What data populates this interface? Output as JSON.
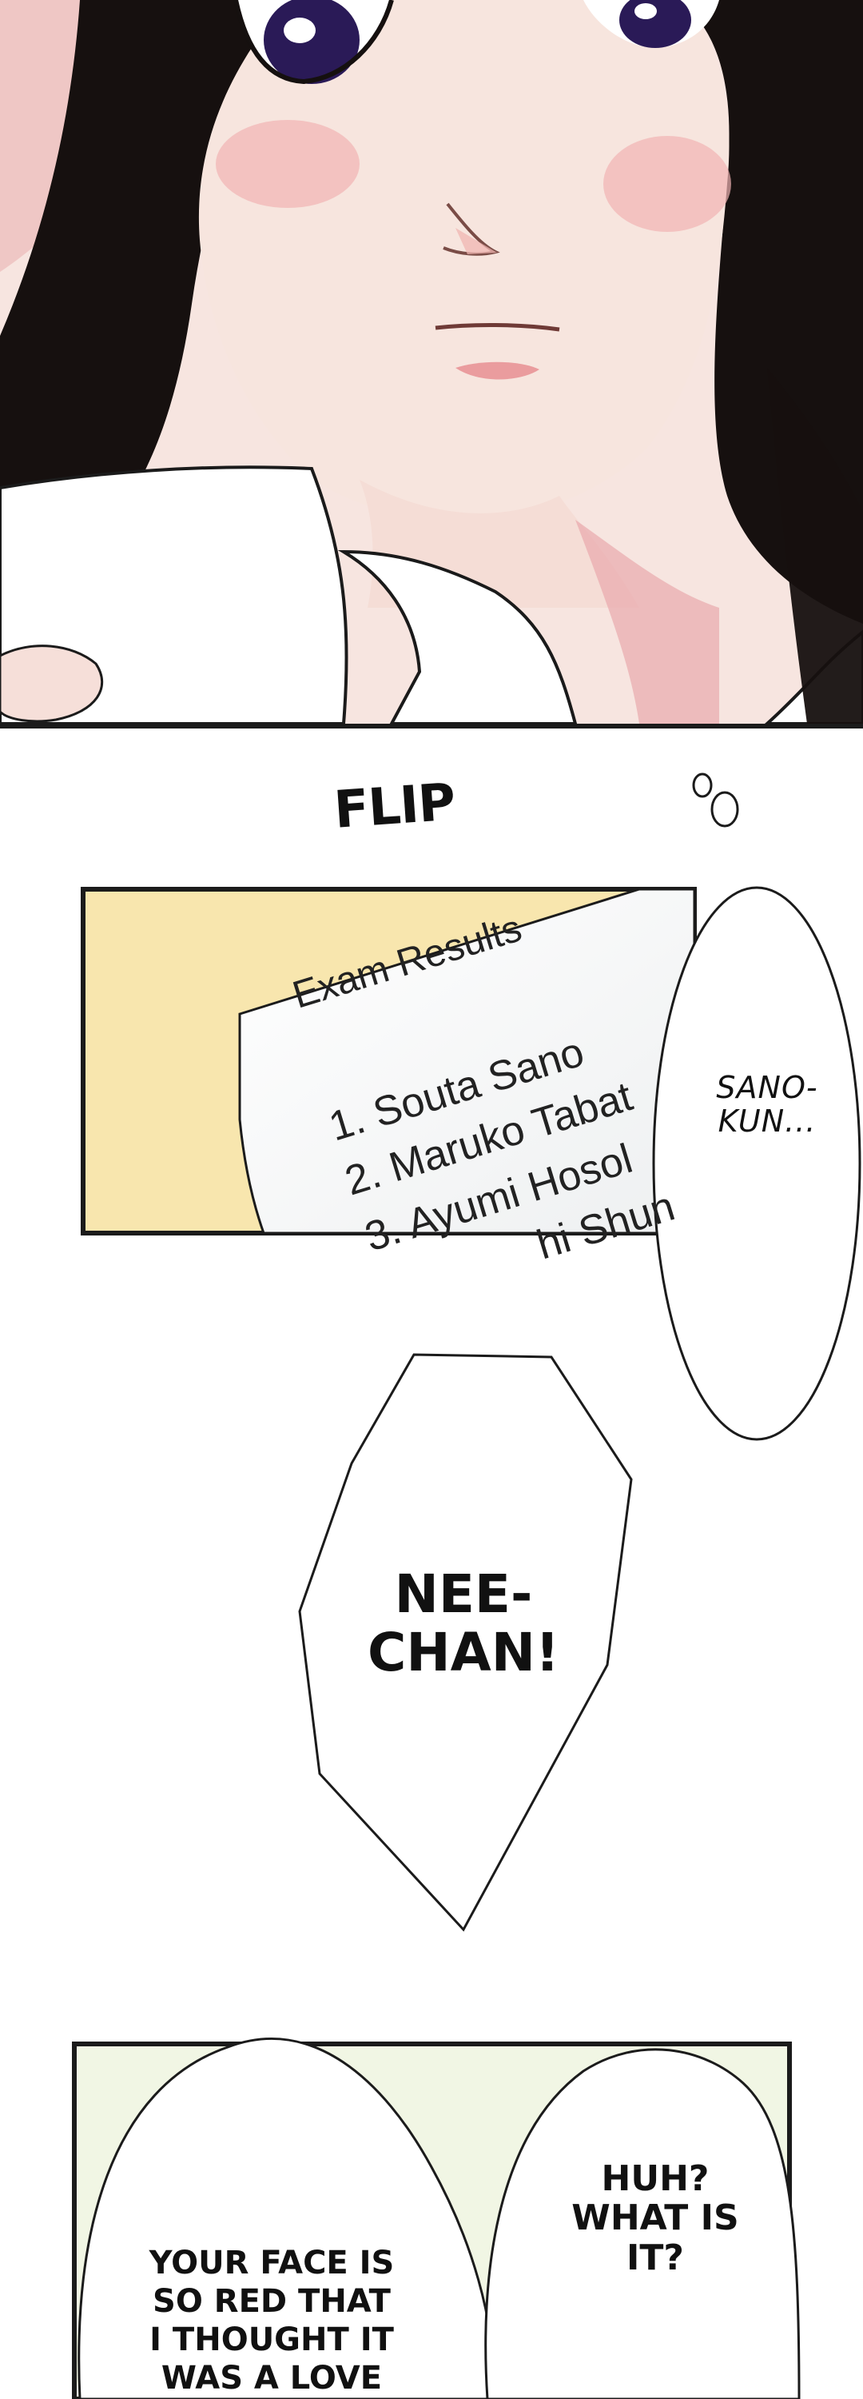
{
  "sfx": {
    "flip": "FLIP"
  },
  "exam_paper": {
    "title": "Exam Results",
    "lines": [
      "1. Souta Sano",
      "2. Maruko Tabat",
      "3. Ayumi Hosol",
      "hi Shun"
    ]
  },
  "bubbles": {
    "thought": "SANO-\nKUN...",
    "shout": "NEE-\nCHAN!",
    "left": "YOUR FACE IS\nSO RED THAT\nI THOUGHT IT\nWAS A LOVE",
    "right": "HUH?\nWHAT IS\nIT?"
  }
}
